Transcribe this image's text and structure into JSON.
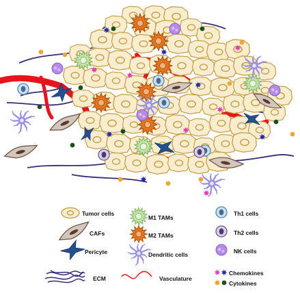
{
  "colors": {
    "tumor_fill": "#f8edcf",
    "tumor_stroke": "#c8a04a",
    "tumor_nucleus": "#c8a04a",
    "caf_fill": "#d2c6bd",
    "caf_stroke": "#6b4c3b",
    "caf_nucleus": "#5a3a2a",
    "pericyte": "#25508e",
    "m1": "#bfe2a6",
    "m1_stroke": "#7fae62",
    "m1_nucleus": "#e8f4dc",
    "m2": "#e3761e",
    "m2_stroke": "#a84b0c",
    "m2_nucleus": "#f3b27a",
    "dendritic": "#9a90e0",
    "dendritic_stroke": "#6a5fc2",
    "th1": "#c9e1f5",
    "th1_stroke": "#5a85ac",
    "th1_nucleus": "#4a6a8e",
    "th2": "#d8cfe8",
    "th2_stroke": "#6b5b88",
    "th2_nucleus": "#4b3a6e",
    "nk": "#b58be8",
    "nk_stroke": "#8c5ed0",
    "ecm": "#3b2a7a",
    "vasculature": "#e8141c",
    "chemokine_pink": "#e83ab5",
    "chemokine_blue": "#1f2aa8",
    "cytokine_orange": "#f0a630",
    "cytokine_green": "#1f4d22"
  },
  "legend": {
    "tumor": "Tumor cells",
    "cafs": "CAFs",
    "pericyte": "Pericyte",
    "ecm": "ECM",
    "m1": "M1 TAMs",
    "m2": "M2 TAMs",
    "dendritic": "Dendritic cells",
    "vasculature": "Vasculature",
    "th1": "Th1 cells",
    "th2": "Th2 cells",
    "nk": "NK cells",
    "chemokines": "Chemokines",
    "cytokines": "Cytokines"
  }
}
